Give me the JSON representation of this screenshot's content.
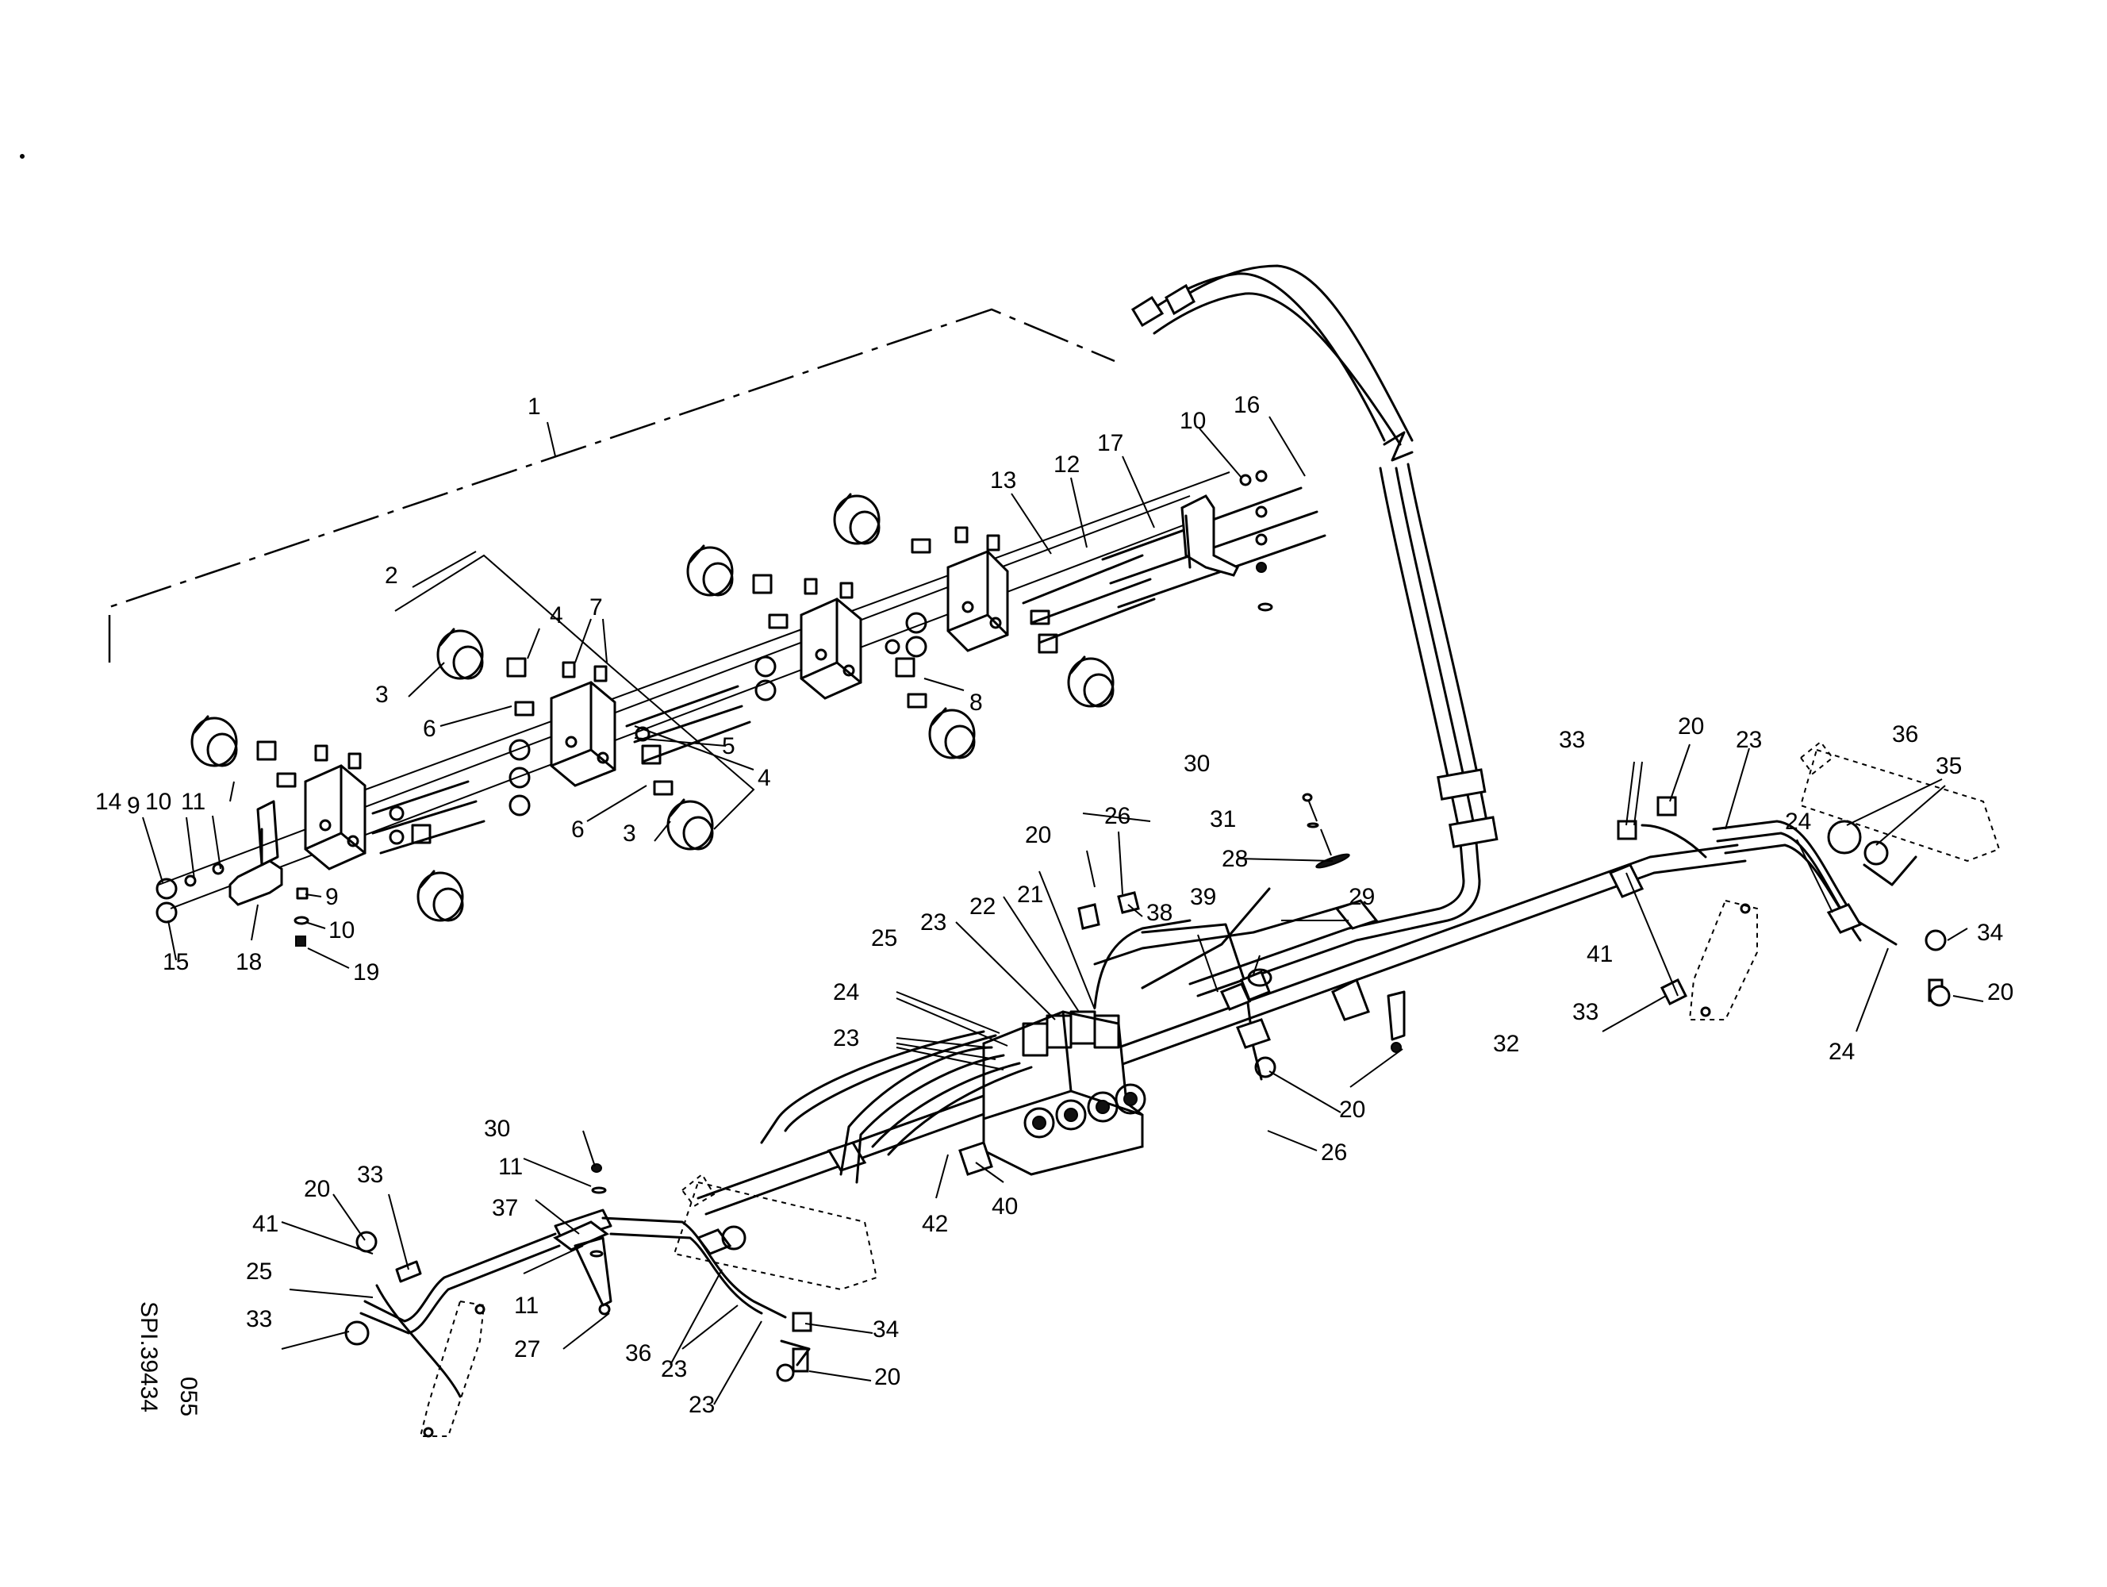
{
  "drawing": {
    "number": "SPI.39434",
    "sheet": "055"
  },
  "callouts": [
    {
      "id": "c1",
      "text": "1"
    },
    {
      "id": "c2",
      "text": "2"
    },
    {
      "id": "c3a",
      "text": "3"
    },
    {
      "id": "c3b",
      "text": "3"
    },
    {
      "id": "c4a",
      "text": "4"
    },
    {
      "id": "c4b",
      "text": "4"
    },
    {
      "id": "c5",
      "text": "5"
    },
    {
      "id": "c6a",
      "text": "6"
    },
    {
      "id": "c6b",
      "text": "6"
    },
    {
      "id": "c7",
      "text": "7"
    },
    {
      "id": "c8",
      "text": "8"
    },
    {
      "id": "c9a",
      "text": "9"
    },
    {
      "id": "c9b",
      "text": "9"
    },
    {
      "id": "c10a",
      "text": "10"
    },
    {
      "id": "c10b",
      "text": "10"
    },
    {
      "id": "c10c",
      "text": "10"
    },
    {
      "id": "c11a",
      "text": "11"
    },
    {
      "id": "c11b",
      "text": "11"
    },
    {
      "id": "c11c",
      "text": "11"
    },
    {
      "id": "c12",
      "text": "12"
    },
    {
      "id": "c13",
      "text": "13"
    },
    {
      "id": "c14",
      "text": "14"
    },
    {
      "id": "c15",
      "text": "15"
    },
    {
      "id": "c16",
      "text": "16"
    },
    {
      "id": "c17",
      "text": "17"
    },
    {
      "id": "c18",
      "text": "18"
    },
    {
      "id": "c19",
      "text": "19"
    },
    {
      "id": "c20a",
      "text": "20"
    },
    {
      "id": "c20b",
      "text": "20"
    },
    {
      "id": "c20c",
      "text": "20"
    },
    {
      "id": "c20d",
      "text": "20"
    },
    {
      "id": "c20e",
      "text": "20"
    },
    {
      "id": "c20f",
      "text": "20"
    },
    {
      "id": "c21",
      "text": "21"
    },
    {
      "id": "c22",
      "text": "22"
    },
    {
      "id": "c23a",
      "text": "23"
    },
    {
      "id": "c23b",
      "text": "23"
    },
    {
      "id": "c23c",
      "text": "23"
    },
    {
      "id": "c23d",
      "text": "23"
    },
    {
      "id": "c23e",
      "text": "23"
    },
    {
      "id": "c24a",
      "text": "24"
    },
    {
      "id": "c24b",
      "text": "24"
    },
    {
      "id": "c24c",
      "text": "24"
    },
    {
      "id": "c25a",
      "text": "25"
    },
    {
      "id": "c25b",
      "text": "25"
    },
    {
      "id": "c26a",
      "text": "26"
    },
    {
      "id": "c26b",
      "text": "26"
    },
    {
      "id": "c27",
      "text": "27"
    },
    {
      "id": "c28",
      "text": "28"
    },
    {
      "id": "c29",
      "text": "29"
    },
    {
      "id": "c30a",
      "text": "30"
    },
    {
      "id": "c30b",
      "text": "30"
    },
    {
      "id": "c31",
      "text": "31"
    },
    {
      "id": "c32",
      "text": "32"
    },
    {
      "id": "c33a",
      "text": "33"
    },
    {
      "id": "c33b",
      "text": "33"
    },
    {
      "id": "c33c",
      "text": "33"
    },
    {
      "id": "c33d",
      "text": "33"
    },
    {
      "id": "c34a",
      "text": "34"
    },
    {
      "id": "c34b",
      "text": "34"
    },
    {
      "id": "c35",
      "text": "35"
    },
    {
      "id": "c36a",
      "text": "36"
    },
    {
      "id": "c36b",
      "text": "36"
    },
    {
      "id": "c37",
      "text": "37"
    },
    {
      "id": "c38",
      "text": "38"
    },
    {
      "id": "c39",
      "text": "39"
    },
    {
      "id": "c40",
      "text": "40"
    },
    {
      "id": "c41a",
      "text": "41"
    },
    {
      "id": "c41b",
      "text": "41"
    },
    {
      "id": "c42",
      "text": "42"
    }
  ]
}
